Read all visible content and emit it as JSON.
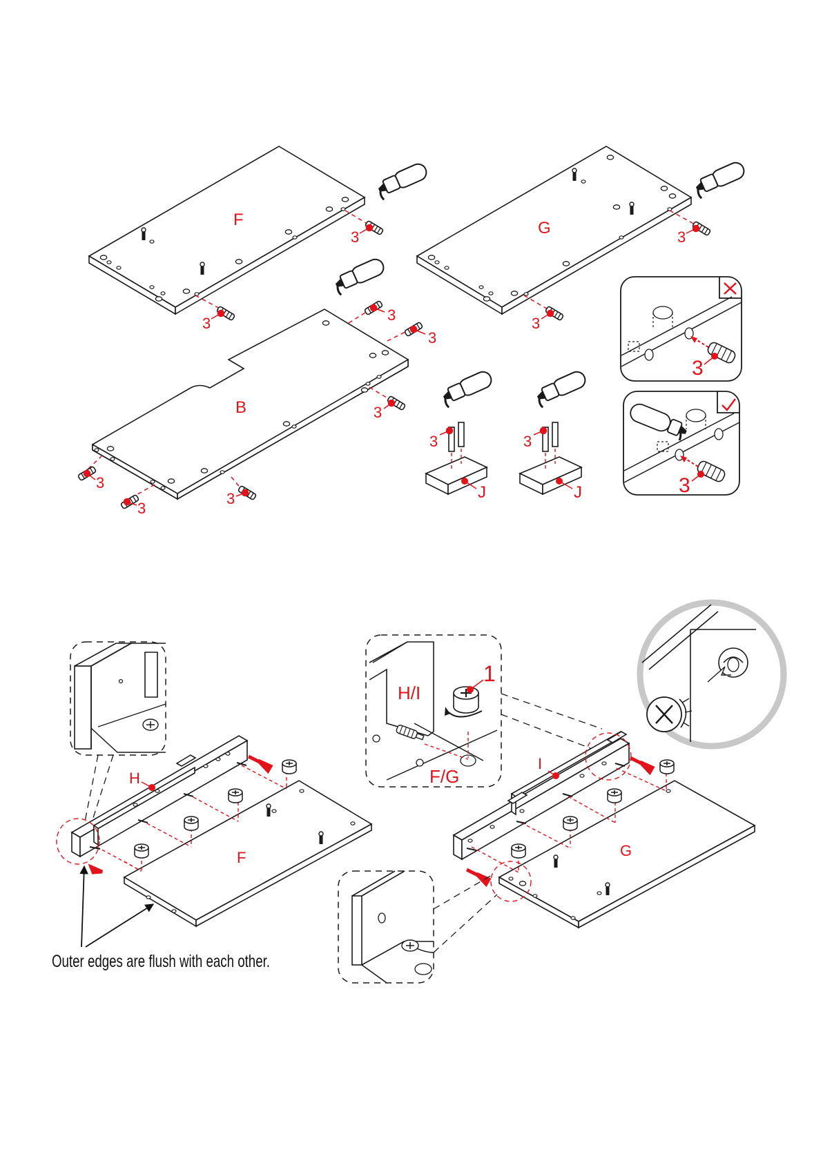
{
  "colors": {
    "accent": "#e3131b",
    "line": "#1a1a1a",
    "circle": "#c8c8c8"
  },
  "step_top": {
    "panels": {
      "F": "F",
      "G": "G",
      "B": "B",
      "J1": "J",
      "J2": "J"
    },
    "part_qty": "3",
    "hint_wrong": {
      "icon": "cross-icon",
      "part": "3"
    },
    "hint_right": {
      "icon": "check-icon",
      "part": "3"
    }
  },
  "step_bottom": {
    "left": {
      "bar": "H",
      "panel": "F"
    },
    "right": {
      "bar": "I",
      "panel": "G"
    },
    "detail": {
      "bar": "H/I",
      "panel": "F/G",
      "part": "1"
    },
    "caption": "Outer edges are flush with each other."
  }
}
